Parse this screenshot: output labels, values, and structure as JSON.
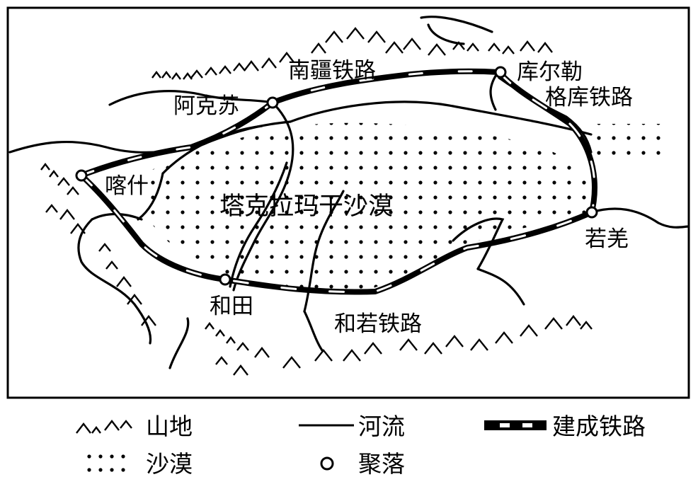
{
  "map": {
    "desert_name": "塔克拉玛干沙漠",
    "cities": {
      "aksu": "阿克苏",
      "kashgar": "喀什",
      "korla": "库尔勒",
      "ruoqiang": "若羌",
      "hotan": "和田"
    },
    "railways": {
      "south_xinjiang": "南疆铁路",
      "golmud_korla": "格库铁路",
      "hotan_ruoqiang": "和若铁路"
    }
  },
  "legend": {
    "mountain": "山地",
    "river": "河流",
    "railway": "建成铁路",
    "desert": "沙漠",
    "settlement": "聚落"
  }
}
